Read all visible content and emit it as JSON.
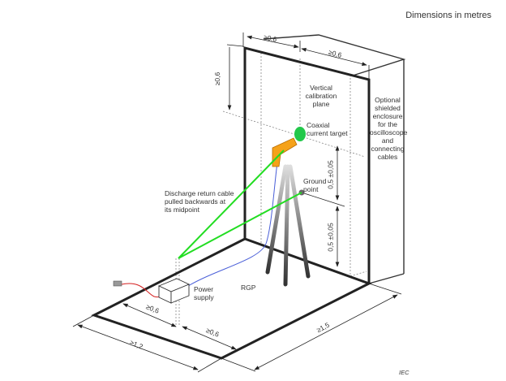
{
  "header": {
    "title": "Dimensions in metres"
  },
  "labels": {
    "vertical_plane": [
      "Vertical",
      "calibration",
      "plane"
    ],
    "enclosure": [
      "Optional",
      "shielded",
      "enclosure",
      "for the",
      "oscilloscope",
      "and",
      "connecting",
      "cables"
    ],
    "coaxial_target": [
      "Coaxial",
      "current target"
    ],
    "ground_point": [
      "Ground",
      "point"
    ],
    "discharge_cable": [
      "Discharge return cable",
      "pulled backwards at",
      "its midpoint"
    ],
    "power_supply": [
      "Power",
      "supply"
    ],
    "rgp": "RGP",
    "credit": "IEC"
  },
  "dimensions": {
    "top_left": "≥0,6",
    "top_right": "≥0,6",
    "vertical_top": "≥0,6",
    "height_upper": "0,5 ±0,05",
    "height_lower": "0,5 ±0,05",
    "floor_left": "≥0,6",
    "floor_mid": "≥0,6",
    "floor_width": "≥1,2",
    "floor_depth": "≥1,5"
  },
  "colors": {
    "cable_green": "#22dd22",
    "target_green": "#22c84a",
    "esd_gun": "#f5a21a",
    "power_cable": "#d42020",
    "signal_cable": "#4a5fd8"
  }
}
